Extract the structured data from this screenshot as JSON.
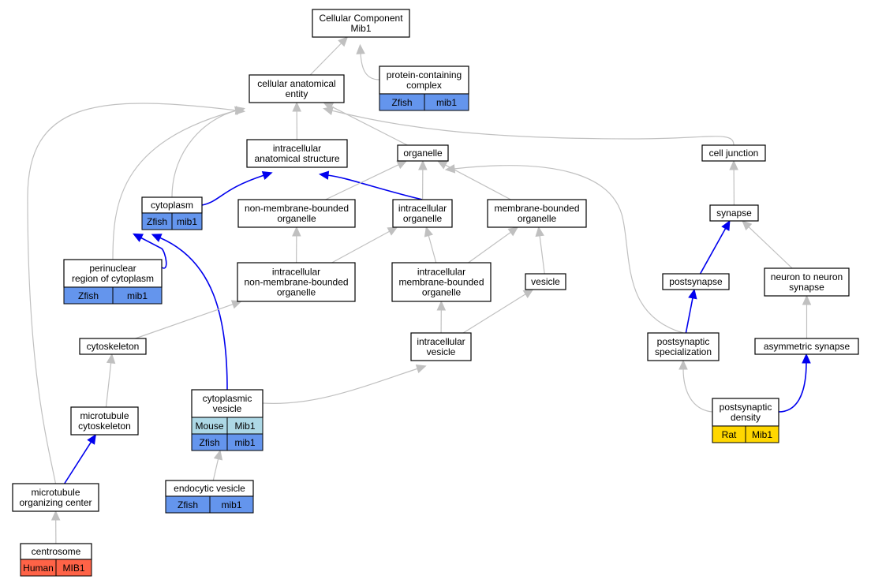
{
  "colors": {
    "Zfish": "#6495ed",
    "Mouse": "#add8e6",
    "Rat": "#ffd700",
    "Human": "#ff6347",
    "edge_is_a": "#c0c0c0",
    "edge_part_of": "#0000ee"
  },
  "nodes": [
    {
      "id": "root",
      "lines": [
        "Cellular Component",
        "Mib1"
      ],
      "annotations": []
    },
    {
      "id": "cae",
      "lines": [
        "cellular anatomical",
        "entity"
      ],
      "annotations": []
    },
    {
      "id": "pcc",
      "lines": [
        "protein-containing",
        "complex"
      ],
      "annotations": [
        {
          "species": "Zfish",
          "gene": "mib1"
        }
      ]
    },
    {
      "id": "ias",
      "lines": [
        "intracellular",
        "anatomical structure"
      ],
      "annotations": []
    },
    {
      "id": "org",
      "lines": [
        "organelle"
      ],
      "annotations": []
    },
    {
      "id": "cj",
      "lines": [
        "cell junction"
      ],
      "annotations": []
    },
    {
      "id": "cyto",
      "lines": [
        "cytoplasm"
      ],
      "annotations": [
        {
          "species": "Zfish",
          "gene": "mib1"
        }
      ]
    },
    {
      "id": "nmbo",
      "lines": [
        "non-membrane-bounded",
        "organelle"
      ],
      "annotations": []
    },
    {
      "id": "io",
      "lines": [
        "intracellular",
        "organelle"
      ],
      "annotations": []
    },
    {
      "id": "mbo",
      "lines": [
        "membrane-bounded",
        "organelle"
      ],
      "annotations": []
    },
    {
      "id": "syn",
      "lines": [
        "synapse"
      ],
      "annotations": []
    },
    {
      "id": "prc",
      "lines": [
        "perinuclear",
        "region of cytoplasm"
      ],
      "annotations": [
        {
          "species": "Zfish",
          "gene": "mib1"
        }
      ]
    },
    {
      "id": "inmbo",
      "lines": [
        "intracellular",
        "non-membrane-bounded",
        "organelle"
      ],
      "annotations": []
    },
    {
      "id": "imbo",
      "lines": [
        "intracellular",
        "membrane-bounded",
        "organelle"
      ],
      "annotations": []
    },
    {
      "id": "ves",
      "lines": [
        "vesicle"
      ],
      "annotations": []
    },
    {
      "id": "postsyn",
      "lines": [
        "postsynapse"
      ],
      "annotations": []
    },
    {
      "id": "n2n",
      "lines": [
        "neuron to neuron",
        "synapse"
      ],
      "annotations": []
    },
    {
      "id": "csk",
      "lines": [
        "cytoskeleton"
      ],
      "annotations": []
    },
    {
      "id": "iv",
      "lines": [
        "intracellular",
        "vesicle"
      ],
      "annotations": []
    },
    {
      "id": "pss",
      "lines": [
        "postsynaptic",
        "specialization"
      ],
      "annotations": []
    },
    {
      "id": "asyn",
      "lines": [
        "asymmetric synapse"
      ],
      "annotations": []
    },
    {
      "id": "mtc",
      "lines": [
        "microtubule",
        "cytoskeleton"
      ],
      "annotations": []
    },
    {
      "id": "cv",
      "lines": [
        "cytoplasmic",
        "vesicle"
      ],
      "annotations": [
        {
          "species": "Mouse",
          "gene": "Mib1"
        },
        {
          "species": "Zfish",
          "gene": "mib1"
        }
      ]
    },
    {
      "id": "psd",
      "lines": [
        "postsynaptic",
        "density"
      ],
      "annotations": [
        {
          "species": "Rat",
          "gene": "Mib1"
        }
      ]
    },
    {
      "id": "mtoc",
      "lines": [
        "microtubule",
        "organizing center"
      ],
      "annotations": []
    },
    {
      "id": "ev",
      "lines": [
        "endocytic vesicle"
      ],
      "annotations": [
        {
          "species": "Zfish",
          "gene": "mib1"
        }
      ]
    },
    {
      "id": "cen",
      "lines": [
        "centrosome"
      ],
      "annotations": [
        {
          "species": "Human",
          "gene": "MIB1"
        }
      ]
    }
  ],
  "edges": [
    {
      "from": "cae",
      "to": "root",
      "rel": "is_a"
    },
    {
      "from": "pcc",
      "to": "root",
      "rel": "is_a"
    },
    {
      "from": "ias",
      "to": "cae",
      "rel": "is_a"
    },
    {
      "from": "org",
      "to": "cae",
      "rel": "is_a"
    },
    {
      "from": "cj",
      "to": "cae",
      "rel": "is_a"
    },
    {
      "from": "cyto",
      "to": "cae",
      "rel": "is_a"
    },
    {
      "from": "prc",
      "to": "cae",
      "rel": "is_a"
    },
    {
      "from": "mtoc",
      "to": "cae",
      "rel": "is_a"
    },
    {
      "from": "cyto",
      "to": "ias",
      "rel": "part_of"
    },
    {
      "from": "io",
      "to": "ias",
      "rel": "part_of"
    },
    {
      "from": "nmbo",
      "to": "org",
      "rel": "is_a"
    },
    {
      "from": "io",
      "to": "org",
      "rel": "is_a"
    },
    {
      "from": "mbo",
      "to": "org",
      "rel": "is_a"
    },
    {
      "from": "pss",
      "to": "org",
      "rel": "is_a"
    },
    {
      "from": "syn",
      "to": "cj",
      "rel": "is_a"
    },
    {
      "from": "prc",
      "to": "cyto",
      "rel": "part_of"
    },
    {
      "from": "cv",
      "to": "cyto",
      "rel": "part_of"
    },
    {
      "from": "inmbo",
      "to": "nmbo",
      "rel": "is_a"
    },
    {
      "from": "inmbo",
      "to": "io",
      "rel": "is_a"
    },
    {
      "from": "imbo",
      "to": "io",
      "rel": "is_a"
    },
    {
      "from": "imbo",
      "to": "mbo",
      "rel": "is_a"
    },
    {
      "from": "ves",
      "to": "mbo",
      "rel": "is_a"
    },
    {
      "from": "postsyn",
      "to": "syn",
      "rel": "part_of"
    },
    {
      "from": "n2n",
      "to": "syn",
      "rel": "is_a"
    },
    {
      "from": "csk",
      "to": "inmbo",
      "rel": "is_a"
    },
    {
      "from": "iv",
      "to": "imbo",
      "rel": "is_a"
    },
    {
      "from": "iv",
      "to": "ves",
      "rel": "is_a"
    },
    {
      "from": "pss",
      "to": "postsyn",
      "rel": "part_of"
    },
    {
      "from": "asyn",
      "to": "n2n",
      "rel": "is_a"
    },
    {
      "from": "mtc",
      "to": "csk",
      "rel": "is_a"
    },
    {
      "from": "cv",
      "to": "iv",
      "rel": "is_a"
    },
    {
      "from": "psd",
      "to": "pss",
      "rel": "is_a"
    },
    {
      "from": "psd",
      "to": "asyn",
      "rel": "part_of"
    },
    {
      "from": "mtoc",
      "to": "mtc",
      "rel": "part_of"
    },
    {
      "from": "ev",
      "to": "cv",
      "rel": "is_a"
    },
    {
      "from": "cen",
      "to": "mtoc",
      "rel": "is_a"
    }
  ]
}
